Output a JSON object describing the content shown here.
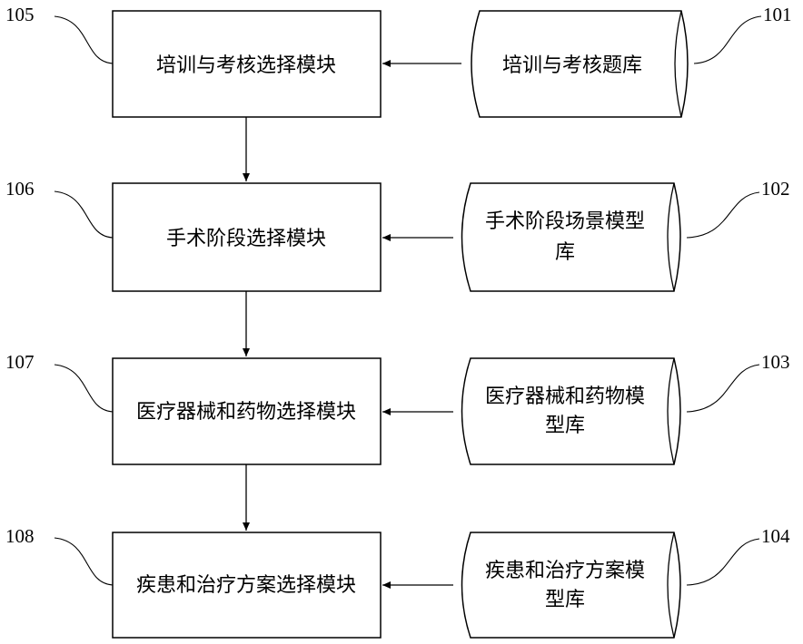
{
  "modules": [
    {
      "ref": "105",
      "label": "培训与考核选择模块"
    },
    {
      "ref": "106",
      "label": "手术阶段选择模块"
    },
    {
      "ref": "107",
      "label": "医疗器械和药物选择模块"
    },
    {
      "ref": "108",
      "label": "疾患和治疗方案选择模块"
    }
  ],
  "databases": [
    {
      "ref": "101",
      "line1": "培训与考核题库",
      "line2": ""
    },
    {
      "ref": "102",
      "line1": "手术阶段场景模型",
      "line2": "库"
    },
    {
      "ref": "103",
      "line1": "医疗器械和药物模",
      "line2": "型库"
    },
    {
      "ref": "104",
      "line1": "疾患和治疗方案模",
      "line2": "型库"
    }
  ]
}
